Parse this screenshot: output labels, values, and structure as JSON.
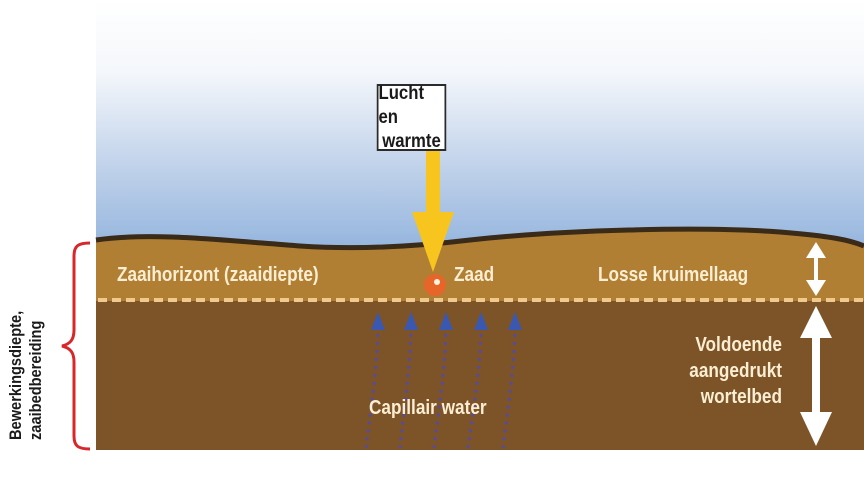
{
  "diagram": {
    "title_box": {
      "line1": "Lucht en",
      "line2": "warmte"
    },
    "labels": {
      "seed_horizon": "Zaaihorizont (zaaidiepte)",
      "seed": "Zaad",
      "loose_layer": "Losse kruimellaag",
      "root_bed_line1": "Voldoende",
      "root_bed_line2": "aangedrukt",
      "root_bed_line3": "wortelbed",
      "capillary_water": "Capillair water",
      "tillage_depth_line1": "Bewerkingsdiepte,",
      "tillage_depth_line2": "zaaibedbereiding"
    },
    "icons": {
      "air_heat_arrow": "yellow-down-arrow",
      "seed": "orange-dot",
      "capillary_arrows": "blue-dotted-up-arrows",
      "loose_layer_arrow": "white-double-arrow",
      "root_bed_arrow": "white-double-arrow",
      "bracket": "red-curly-brace"
    },
    "colors": {
      "sky_top": "#ffffff",
      "sky_bottom": "#8fb1dc",
      "topsoil": "#b07f33",
      "subsoil": "#7c5428",
      "soil_outline": "#3a2a18",
      "divider_dash": "#f0c98c",
      "arrow_yellow": "#f7c51e",
      "seed_orange": "#e8652a",
      "water_blue": "#3b58b0",
      "bracket_red": "#d8262a",
      "label_text": "#fbeed2"
    }
  }
}
